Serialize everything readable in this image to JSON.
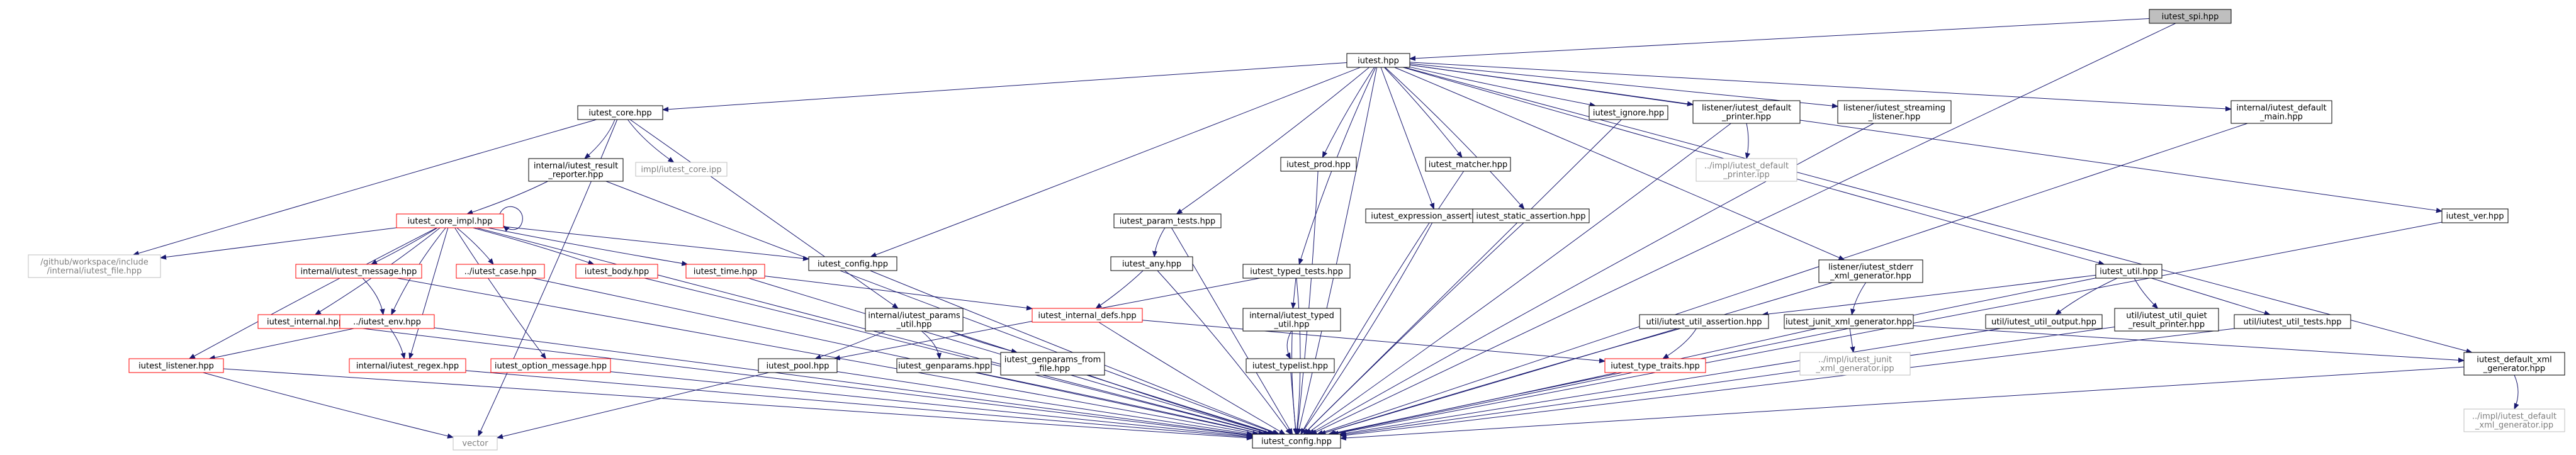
{
  "nodes": [
    {
      "id": "spi",
      "lines": [
        "iutest_spi.hpp"
      ],
      "style": "root"
    },
    {
      "id": "iutest",
      "lines": [
        "iutest.hpp"
      ],
      "style": "normal"
    },
    {
      "id": "core",
      "lines": [
        "iutest_core.hpp"
      ],
      "style": "normal"
    },
    {
      "id": "result_reporter",
      "lines": [
        "internal/iutest_result",
        "_reporter.hpp"
      ],
      "style": "normal"
    },
    {
      "id": "impl_core",
      "lines": [
        "impl/iutest_core.ipp"
      ],
      "style": "gray"
    },
    {
      "id": "core_impl",
      "lines": [
        "iutest_core_impl.hpp"
      ],
      "style": "red"
    },
    {
      "id": "github",
      "lines": [
        "/github/workspace/include",
        "/internal/iutest_file.hpp"
      ],
      "style": "gray"
    },
    {
      "id": "message",
      "lines": [
        "internal/iutest_message.hpp"
      ],
      "style": "red"
    },
    {
      "id": "internal",
      "lines": [
        "iutest_internal.hpp"
      ],
      "style": "red"
    },
    {
      "id": "env",
      "lines": [
        "../iutest_env.hpp"
      ],
      "style": "red"
    },
    {
      "id": "listener",
      "lines": [
        "iutest_listener.hpp"
      ],
      "style": "red"
    },
    {
      "id": "regex",
      "lines": [
        "internal/iutest_regex.hpp"
      ],
      "style": "red"
    },
    {
      "id": "case",
      "lines": [
        "../iutest_case.hpp"
      ],
      "style": "red"
    },
    {
      "id": "body",
      "lines": [
        "iutest_body.hpp"
      ],
      "style": "red"
    },
    {
      "id": "time",
      "lines": [
        "iutest_time.hpp"
      ],
      "style": "red"
    },
    {
      "id": "option_message",
      "lines": [
        "iutest_option_message.hpp"
      ],
      "style": "red"
    },
    {
      "id": "config",
      "lines": [
        "iutest_config.hpp"
      ],
      "style": "normal"
    },
    {
      "id": "vector",
      "lines": [
        "vector"
      ],
      "style": "gray"
    },
    {
      "id": "params_util",
      "lines": [
        "internal/iutest_params",
        "_util.hpp"
      ],
      "style": "normal"
    },
    {
      "id": "pool",
      "lines": [
        "iutest_pool.hpp"
      ],
      "style": "normal"
    },
    {
      "id": "genparams",
      "lines": [
        "iutest_genparams.hpp"
      ],
      "style": "normal"
    },
    {
      "id": "genparams_file",
      "lines": [
        "iutest_genparams_from",
        "_file.hpp"
      ],
      "style": "normal"
    },
    {
      "id": "param_tests",
      "lines": [
        "iutest_param_tests.hpp"
      ],
      "style": "normal"
    },
    {
      "id": "any",
      "lines": [
        "iutest_any.hpp"
      ],
      "style": "normal"
    },
    {
      "id": "internal_defs",
      "lines": [
        "iutest_internal_defs.hpp"
      ],
      "style": "red"
    },
    {
      "id": "typed_tests",
      "lines": [
        "iutest_typed_tests.hpp"
      ],
      "style": "normal"
    },
    {
      "id": "typed_util",
      "lines": [
        "internal/iutest_typed",
        "_util.hpp"
      ],
      "style": "normal"
    },
    {
      "id": "typelist",
      "lines": [
        "iutest_typelist.hpp"
      ],
      "style": "normal"
    },
    {
      "id": "prod",
      "lines": [
        "iutest_prod.hpp"
      ],
      "style": "normal"
    },
    {
      "id": "expression_assertion",
      "lines": [
        "iutest_expression_assertion.hpp"
      ],
      "style": "normal"
    },
    {
      "id": "matcher",
      "lines": [
        "iutest_matcher.hpp"
      ],
      "style": "normal"
    },
    {
      "id": "static_assertion",
      "lines": [
        "iutest_static_assertion.hpp"
      ],
      "style": "normal"
    },
    {
      "id": "ignore",
      "lines": [
        "iutest_ignore.hpp"
      ],
      "style": "normal"
    },
    {
      "id": "default_printer",
      "lines": [
        "listener/iutest_default",
        "_printer.hpp"
      ],
      "style": "normal"
    },
    {
      "id": "default_printer_ipp",
      "lines": [
        "../impl/iutest_default",
        "_printer.ipp"
      ],
      "style": "gray"
    },
    {
      "id": "streaming",
      "lines": [
        "listener/iutest_streaming",
        "_listener.hpp"
      ],
      "style": "normal"
    },
    {
      "id": "stderr_xml",
      "lines": [
        "listener/iutest_stderr",
        "_xml_generator.hpp"
      ],
      "style": "normal"
    },
    {
      "id": "default_main",
      "lines": [
        "internal/iutest_default",
        "_main.hpp"
      ],
      "style": "normal"
    },
    {
      "id": "util",
      "lines": [
        "iutest_util.hpp"
      ],
      "style": "normal"
    },
    {
      "id": "util_assertion",
      "lines": [
        "util/iutest_util_assertion.hpp"
      ],
      "style": "normal"
    },
    {
      "id": "type_traits",
      "lines": [
        "iutest_type_traits.hpp"
      ],
      "style": "red"
    },
    {
      "id": "junit",
      "lines": [
        "iutest_junit_xml_generator.hpp"
      ],
      "style": "normal"
    },
    {
      "id": "junit_ipp",
      "lines": [
        "../impl/iutest_junit",
        "_xml_generator.ipp"
      ],
      "style": "gray"
    },
    {
      "id": "util_output",
      "lines": [
        "util/iutest_util_output.hpp"
      ],
      "style": "normal"
    },
    {
      "id": "util_quiet",
      "lines": [
        "util/iutest_util_quiet",
        "_result_printer.hpp"
      ],
      "style": "normal"
    },
    {
      "id": "util_tests",
      "lines": [
        "util/iutest_util_tests.hpp"
      ],
      "style": "normal"
    },
    {
      "id": "ver",
      "lines": [
        "iutest_ver.hpp"
      ],
      "style": "normal"
    },
    {
      "id": "default_xml",
      "lines": [
        "iutest_default_xml",
        "_generator.hpp"
      ],
      "style": "normal"
    },
    {
      "id": "default_xml_ipp",
      "lines": [
        "../impl/iutest_default",
        "_xml_generator.ipp"
      ],
      "style": "gray"
    }
  ],
  "edges": [
    [
      "spi",
      "iutest"
    ],
    [
      "spi",
      "config"
    ],
    [
      "iutest",
      "core"
    ],
    [
      "iutest",
      "config_hub"
    ],
    [
      "iutest",
      "param_tests"
    ],
    [
      "iutest",
      "typed_tests"
    ],
    [
      "iutest",
      "prod"
    ],
    [
      "iutest",
      "expression_assertion"
    ],
    [
      "iutest",
      "matcher"
    ],
    [
      "iutest",
      "static_assertion"
    ],
    [
      "iutest",
      "ignore"
    ],
    [
      "iutest",
      "default_printer"
    ],
    [
      "iutest",
      "streaming"
    ],
    [
      "iutest",
      "stderr_xml"
    ],
    [
      "iutest",
      "default_main"
    ],
    [
      "iutest",
      "util"
    ],
    [
      "iutest",
      "ver"
    ],
    [
      "iutest",
      "default_xml"
    ],
    [
      "iutest",
      "config"
    ],
    [
      "core",
      "result_reporter"
    ],
    [
      "core",
      "impl_core"
    ],
    [
      "core",
      "github"
    ],
    [
      "core",
      "params_util"
    ],
    [
      "core",
      "vector"
    ],
    [
      "result_reporter",
      "core_impl"
    ],
    [
      "result_reporter",
      "config"
    ],
    [
      "core_impl",
      "core_impl"
    ],
    [
      "core_impl",
      "github"
    ],
    [
      "core_impl",
      "message"
    ],
    [
      "core_impl",
      "internal"
    ],
    [
      "core_impl",
      "env"
    ],
    [
      "core_impl",
      "listener"
    ],
    [
      "core_impl",
      "regex"
    ],
    [
      "core_impl",
      "case"
    ],
    [
      "core_impl",
      "body"
    ],
    [
      "core_impl",
      "time"
    ],
    [
      "core_impl",
      "option_message"
    ],
    [
      "core_impl",
      "config_hub"
    ],
    [
      "core_impl",
      "config"
    ],
    [
      "message",
      "env"
    ],
    [
      "message",
      "config"
    ],
    [
      "internal",
      "config"
    ],
    [
      "env",
      "listener"
    ],
    [
      "env",
      "regex"
    ],
    [
      "env",
      "config"
    ],
    [
      "listener",
      "vector"
    ],
    [
      "listener",
      "config"
    ],
    [
      "regex",
      "config"
    ],
    [
      "case",
      "config"
    ],
    [
      "body",
      "config"
    ],
    [
      "time",
      "config"
    ],
    [
      "time",
      "internal_defs"
    ],
    [
      "option_message",
      "config"
    ],
    [
      "params_util",
      "pool"
    ],
    [
      "params_util",
      "genparams"
    ],
    [
      "params_util",
      "genparams_file"
    ],
    [
      "params_util",
      "config"
    ],
    [
      "pool",
      "vector"
    ],
    [
      "pool",
      "config"
    ],
    [
      "genparams",
      "config"
    ],
    [
      "genparams_file",
      "config"
    ],
    [
      "param_tests",
      "any"
    ],
    [
      "param_tests",
      "config"
    ],
    [
      "any",
      "internal_defs"
    ],
    [
      "any",
      "config"
    ],
    [
      "internal_defs",
      "type_traits"
    ],
    [
      "internal_defs",
      "config"
    ],
    [
      "typed_tests",
      "typed_util"
    ],
    [
      "typed_tests",
      "pool"
    ],
    [
      "typed_tests",
      "config"
    ],
    [
      "typed_util",
      "typelist"
    ],
    [
      "typed_util",
      "config"
    ],
    [
      "typelist",
      "config"
    ],
    [
      "prod",
      "config"
    ],
    [
      "expression_assertion",
      "config"
    ],
    [
      "matcher",
      "config"
    ],
    [
      "static_assertion",
      "config"
    ],
    [
      "ignore",
      "config"
    ],
    [
      "default_printer",
      "default_printer_ipp"
    ],
    [
      "default_printer",
      "config"
    ],
    [
      "streaming",
      "config"
    ],
    [
      "stderr_xml",
      "junit"
    ],
    [
      "stderr_xml",
      "config"
    ],
    [
      "default_main",
      "config"
    ],
    [
      "util",
      "util_assertion"
    ],
    [
      "util",
      "util_output"
    ],
    [
      "util",
      "util_quiet"
    ],
    [
      "util",
      "util_tests"
    ],
    [
      "util",
      "config"
    ],
    [
      "util_assertion",
      "type_traits"
    ],
    [
      "util_assertion",
      "config"
    ],
    [
      "type_traits",
      "config"
    ],
    [
      "junit",
      "junit_ipp"
    ],
    [
      "junit",
      "default_xml"
    ],
    [
      "junit",
      "config"
    ],
    [
      "util_output",
      "config"
    ],
    [
      "util_quiet",
      "config"
    ],
    [
      "util_tests",
      "config"
    ],
    [
      "ver",
      "config"
    ],
    [
      "default_xml",
      "default_xml_ipp"
    ],
    [
      "default_xml",
      "config"
    ],
    [
      "config_hub",
      "config"
    ]
  ],
  "hub": {
    "id": "config_hub",
    "lines": [
      "iutest_config.hpp"
    ],
    "style": "normal"
  }
}
